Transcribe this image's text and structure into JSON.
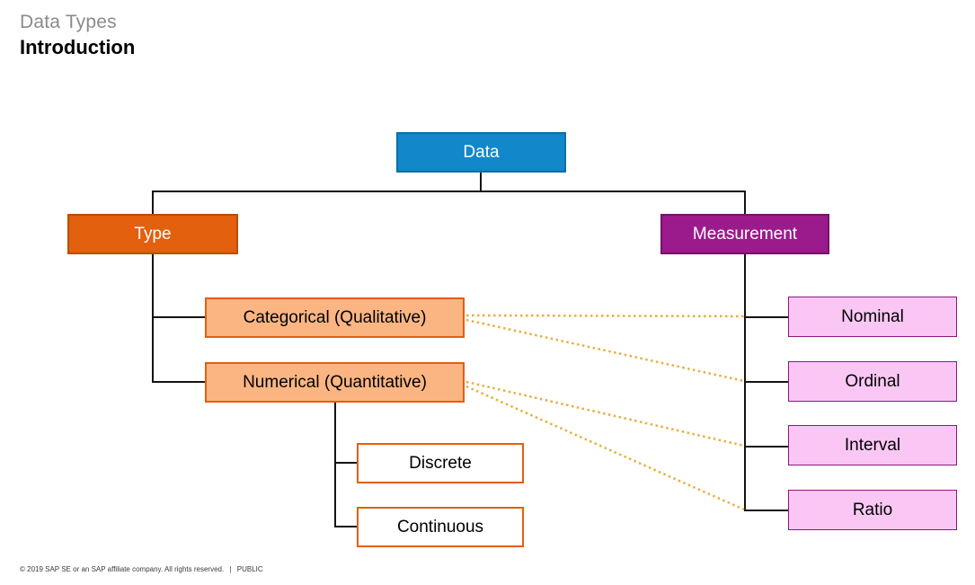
{
  "header": {
    "subtitle": "Data Types",
    "title": "Introduction"
  },
  "diagram": {
    "nodes": {
      "data": {
        "label": "Data"
      },
      "type": {
        "label": "Type"
      },
      "measurement": {
        "label": "Measurement"
      },
      "categorical": {
        "label": "Categorical (Qualitative)"
      },
      "numerical": {
        "label": "Numerical (Quantitative)"
      },
      "discrete": {
        "label": "Discrete"
      },
      "continuous": {
        "label": "Continuous"
      },
      "nominal": {
        "label": "Nominal"
      },
      "ordinal": {
        "label": "Ordinal"
      },
      "interval": {
        "label": "Interval"
      },
      "ratio": {
        "label": "Ratio"
      }
    },
    "hierarchy": {
      "data": [
        "type",
        "measurement"
      ],
      "type": [
        "categorical",
        "numerical"
      ],
      "numerical_children": [
        "discrete",
        "continuous"
      ],
      "measurement": [
        "nominal",
        "ordinal",
        "interval",
        "ratio"
      ]
    },
    "dotted_links": [
      {
        "from": "categorical",
        "to": "nominal"
      },
      {
        "from": "categorical",
        "to": "ordinal"
      },
      {
        "from": "numerical",
        "to": "interval"
      },
      {
        "from": "numerical",
        "to": "ratio"
      }
    ],
    "colors": {
      "data_fill": "#1287c9",
      "type_fill": "#e2600e",
      "measurement_fill": "#9c1b8c",
      "categorical_fill": "#fab583",
      "categorical_border": "#e2600e",
      "pink_fill": "#fac7f5",
      "pink_border": "#8b177f",
      "connector": "#141414",
      "dotted_link": "#e9ae3c"
    }
  },
  "footer": {
    "copyright": "© 2019 SAP SE or an SAP affiliate company. All rights reserved.",
    "separator": "|",
    "classification": "PUBLIC"
  }
}
